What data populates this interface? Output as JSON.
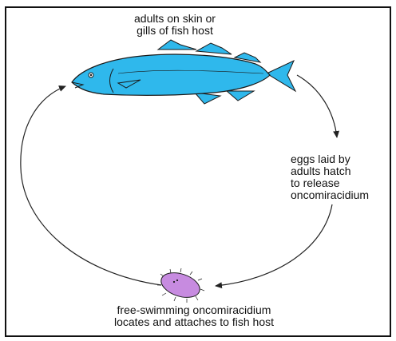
{
  "labels": {
    "top": [
      "adults on skin or",
      "gills of fish host"
    ],
    "right": [
      "eggs laid by",
      "adults hatch",
      "to release",
      "oncomiracidium"
    ],
    "bottom": [
      "free-swimming oncomiracidium",
      "locates and attaches to fish host"
    ]
  },
  "colors": {
    "fish_body": "#2fb8ec",
    "fish_outline": "#1a1a1a",
    "oncomiracidium_fill": "#c78be0",
    "arrow": "#222222"
  },
  "icons": {
    "fish": "fish-host-icon",
    "larva": "oncomiracidium-icon"
  }
}
